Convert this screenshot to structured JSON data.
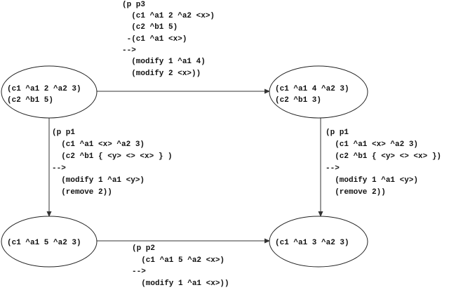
{
  "nodes": {
    "top_left": [
      "(c1 ^a1 2 ^a2 3)",
      "(c2 ^b1 5)"
    ],
    "top_right": [
      "(c1 ^a1 4 ^a2 3)",
      "(c2 ^b1 3)"
    ],
    "bottom_left": [
      "(c1 ^a1 5 ^a2 3)"
    ],
    "bottom_right": [
      "(c1 ^a1 3 ^a2 3)"
    ]
  },
  "rules": {
    "top": [
      "(p p3",
      "  (c1 ^a1 2 ^a2 <x>)",
      "  (c2 ^b1 5)",
      " -(c1 ^a1 <x>)",
      "-->",
      "  (modify 1 ^a1 4)",
      "  (modify 2 <x>))"
    ],
    "left": [
      "(p p1",
      "  (c1 ^a1 <x> ^a2 3)",
      "  (c2 ^b1 { <y> <> <x> } )",
      "-->",
      "  (modify 1 ^a1 <y>)",
      "  (remove 2))"
    ],
    "right": [
      "(p p1",
      "  (c1 ^a1 <x> ^a2 3)",
      "  (c2 ^b1 { <y> <> <x> })",
      "-->",
      "  (modify 1 ^a1 <y>)",
      "  (remove 2))"
    ],
    "bottom": [
      "(p p2",
      "  (c1 ^a1 5 ^a2 <x>)",
      "-->",
      "  (modify 1 ^a1 <x>))"
    ]
  }
}
